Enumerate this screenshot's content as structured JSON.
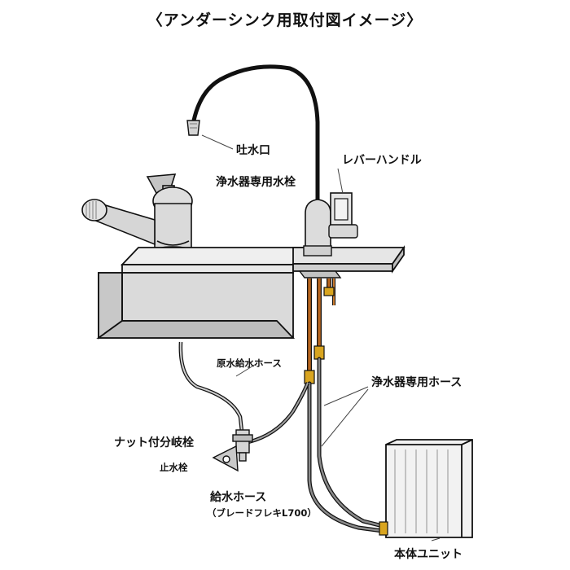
{
  "title": "〈アンダーシンク用取付図イメージ〉",
  "labels": {
    "spout": "吐水口",
    "faucet": "浄水器専用水栓",
    "lever": "レバーハンドル",
    "raw_hose": "原水給水ホース",
    "purifier_hose": "浄水器専用ホース",
    "branch_valve": "ナット付分岐栓",
    "stop_valve": "止水栓",
    "supply_hose": "給水ホース",
    "supply_hose_note": "（ブレードフレキL700）",
    "main_unit": "本体ユニット"
  },
  "colors": {
    "line": "#111111",
    "metal": "#d9d9d9",
    "metal_dark": "#9a9a9a",
    "copper": "#b8651e",
    "brass": "#d9a520",
    "hose": "#6e6e6e"
  }
}
